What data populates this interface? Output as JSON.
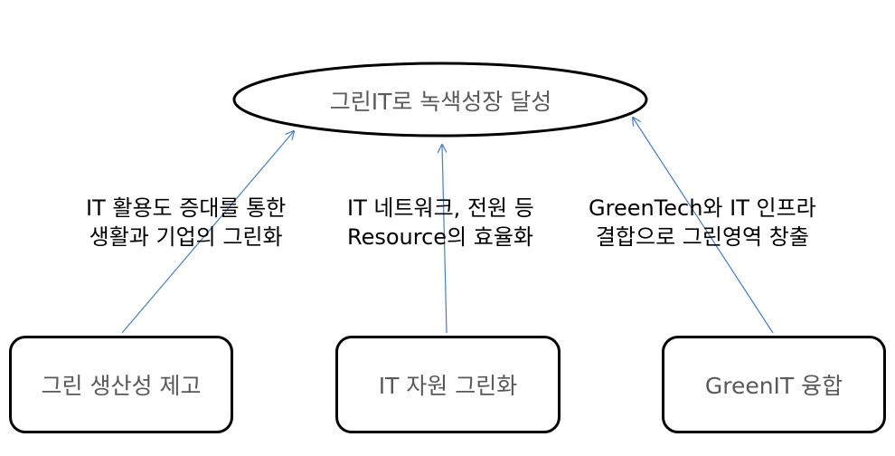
{
  "goal": {
    "text": "그린IT로 녹색성장 달성"
  },
  "boxes": [
    {
      "text": "그린 생산성 제고"
    },
    {
      "text": "IT 자원 그린화"
    },
    {
      "text": "GreenIT 융합"
    }
  ],
  "labels": [
    {
      "line1": "IT 활용도 증대를 통한",
      "line2": "생활과 기업의 그린화"
    },
    {
      "line1": "IT 네트워크, 전원 등",
      "line2": "Resource의 효율화"
    },
    {
      "line1": "GreenTech와 IT 인프라",
      "line2": "결합으로 그린영역 창출"
    }
  ],
  "colors": {
    "arrow": "#4a7ebb",
    "box_border": "#000000",
    "box_text": "#595959"
  }
}
